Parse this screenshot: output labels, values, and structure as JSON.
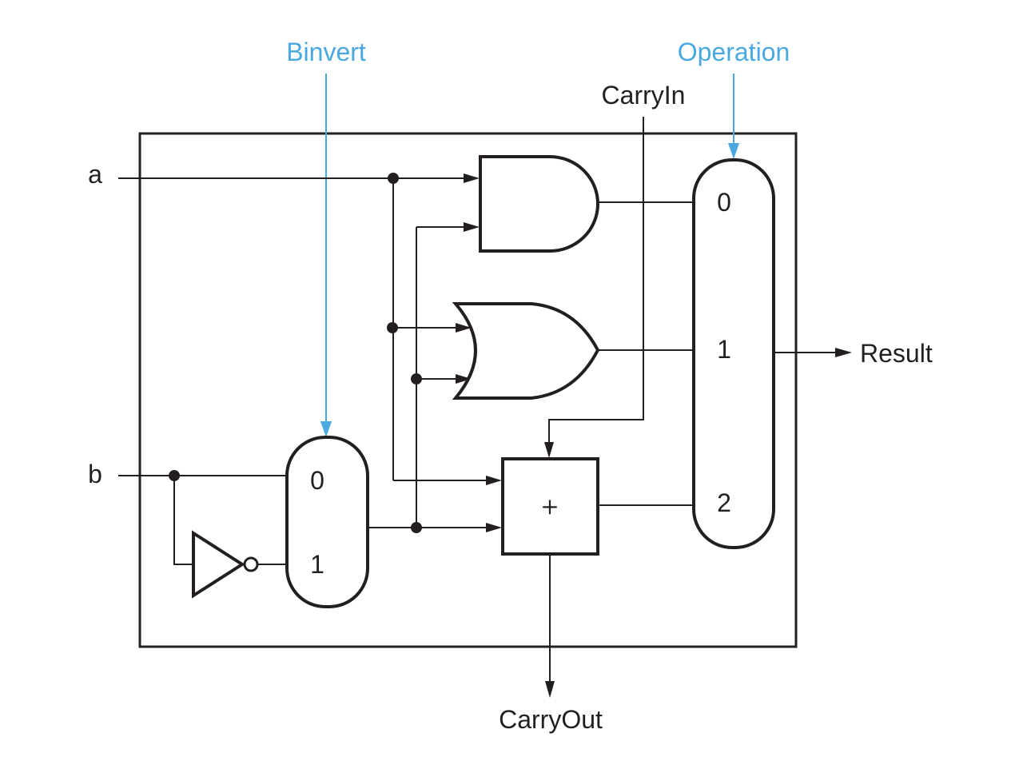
{
  "colors": {
    "control": "#4aa8e0",
    "line": "#231f20",
    "background": "#ffffff"
  },
  "labels": {
    "binvert": "Binvert",
    "operation": "Operation",
    "carry_in": "CarryIn",
    "carry_out": "CarryOut",
    "input_a": "a",
    "input_b": "b",
    "result": "Result"
  },
  "mux_b": {
    "inputs": [
      "0",
      "1"
    ]
  },
  "mux_result": {
    "inputs": [
      "0",
      "1",
      "2"
    ]
  },
  "adder": {
    "symbol": "+"
  }
}
